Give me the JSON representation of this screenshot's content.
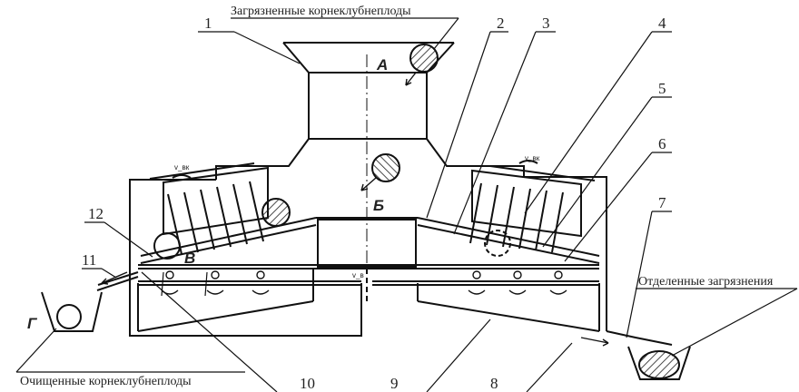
{
  "captions": {
    "input": "Загрязненные корнеклубнеплоды",
    "cleaned": "Очищенные корнеклубнеплоды",
    "separated": "Отделенные загрязнения"
  },
  "callouts": [
    "1",
    "2",
    "3",
    "4",
    "5",
    "6",
    "7",
    "8",
    "9",
    "10",
    "11",
    "12"
  ],
  "zones": {
    "a": "А",
    "b": "Б",
    "v": "В",
    "g": "Г"
  },
  "speed_marks": {
    "left": "v_вк",
    "right": "v_вк",
    "center": "v_в"
  }
}
